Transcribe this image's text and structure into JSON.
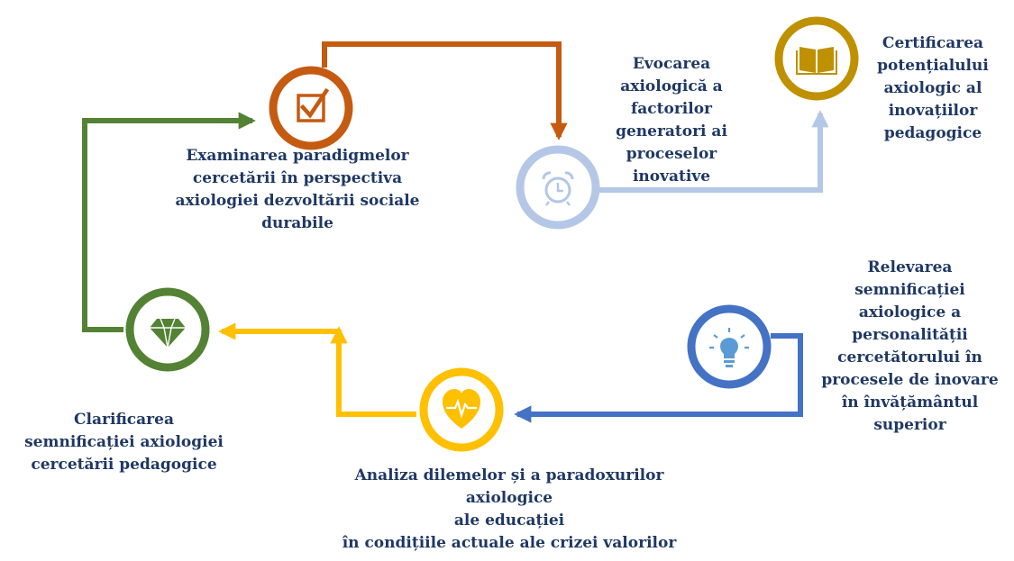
{
  "diagram": {
    "colors": {
      "text": "#1f3864",
      "orange": "#c55a11",
      "light_blue": "#b4c7e7",
      "olive": "#bf9000",
      "blue": "#4472c4",
      "yellow": "#ffc000",
      "green": "#548235"
    },
    "nodes": [
      {
        "id": "examinarea",
        "color": "orange",
        "icon": "checkbox-icon",
        "lines": [
          "Examinarea paradigmelor",
          "cercetării în perspectiva",
          "axiologiei dezvoltării sociale",
          "durabile"
        ]
      },
      {
        "id": "evocarea",
        "color": "light_blue",
        "icon": "alarm-clock-icon",
        "lines": [
          "Evocarea",
          "axiologică a",
          "factorilor",
          "generatori ai",
          "proceselor",
          "inovative"
        ]
      },
      {
        "id": "certificarea",
        "color": "olive",
        "icon": "book-icon",
        "lines": [
          "Certificarea",
          "potențialului",
          "axiologic al",
          "inovațiilor",
          "pedagogice"
        ]
      },
      {
        "id": "relevarea",
        "color": "blue",
        "icon": "lightbulb-icon",
        "lines": [
          "Relevarea",
          "semnificației",
          "axiologice a",
          "personalității",
          "cercetătorului în",
          "procesele de inovare",
          "în învățământul",
          "superior"
        ]
      },
      {
        "id": "analiza",
        "color": "yellow",
        "icon": "heartbeat-icon",
        "lines": [
          "Analiza dilemelor și a paradoxurilor",
          "axiologice",
          "ale educației",
          "în condițiile actuale ale crizei valorilor"
        ]
      },
      {
        "id": "clarificarea",
        "color": "green",
        "icon": "diamond-icon",
        "lines": [
          "Clarificarea",
          "semnificației axiologiei",
          "cercetării pedagogice"
        ]
      }
    ]
  }
}
